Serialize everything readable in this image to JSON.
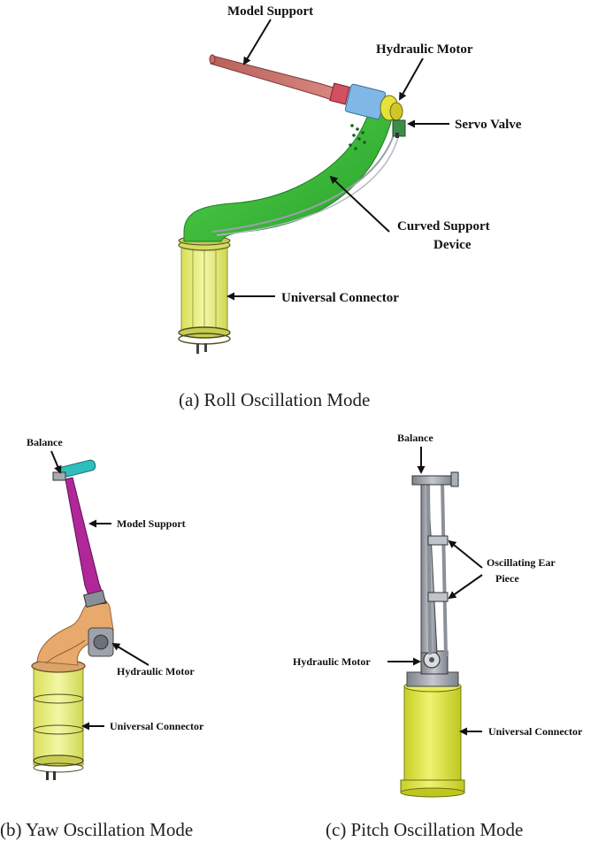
{
  "figure_a": {
    "caption": "(a) Roll Oscillation Mode",
    "labels": {
      "model_support": "Model Support",
      "hydraulic_motor": "Hydraulic Motor",
      "servo_valve": "Servo Valve",
      "curved_support_line1": "Curved Support",
      "curved_support_line2": "Device",
      "universal_connector": "Universal Connector"
    }
  },
  "figure_b": {
    "caption": "(b) Yaw Oscillation Mode",
    "labels": {
      "balance": "Balance",
      "model_support": "Model Support",
      "hydraulic_motor": "Hydraulic Motor",
      "universal_connector": "Universal Connector"
    }
  },
  "figure_c": {
    "caption": "(c) Pitch Oscillation Mode",
    "labels": {
      "balance": "Balance",
      "oscillating_ear_line1": "Oscillating Ear",
      "oscillating_ear_line2": "Piece",
      "hydraulic_motor": "Hydraulic Motor",
      "universal_connector": "Universal Connector"
    }
  },
  "colors": {
    "model_support_a": "#c8766f",
    "curved_support": "#3ec43a",
    "connector_yellow": "#e4ee6a",
    "motor_yellow": "#e7e23a",
    "adapter_blue": "#7fb7e6",
    "model_support_b": "#b0279a",
    "balance_cyan": "#2fbdbd",
    "curved_support_b": "#e7a96c",
    "pitch_connector": "#dde53a",
    "steel_gray": "#9ea3ab"
  }
}
